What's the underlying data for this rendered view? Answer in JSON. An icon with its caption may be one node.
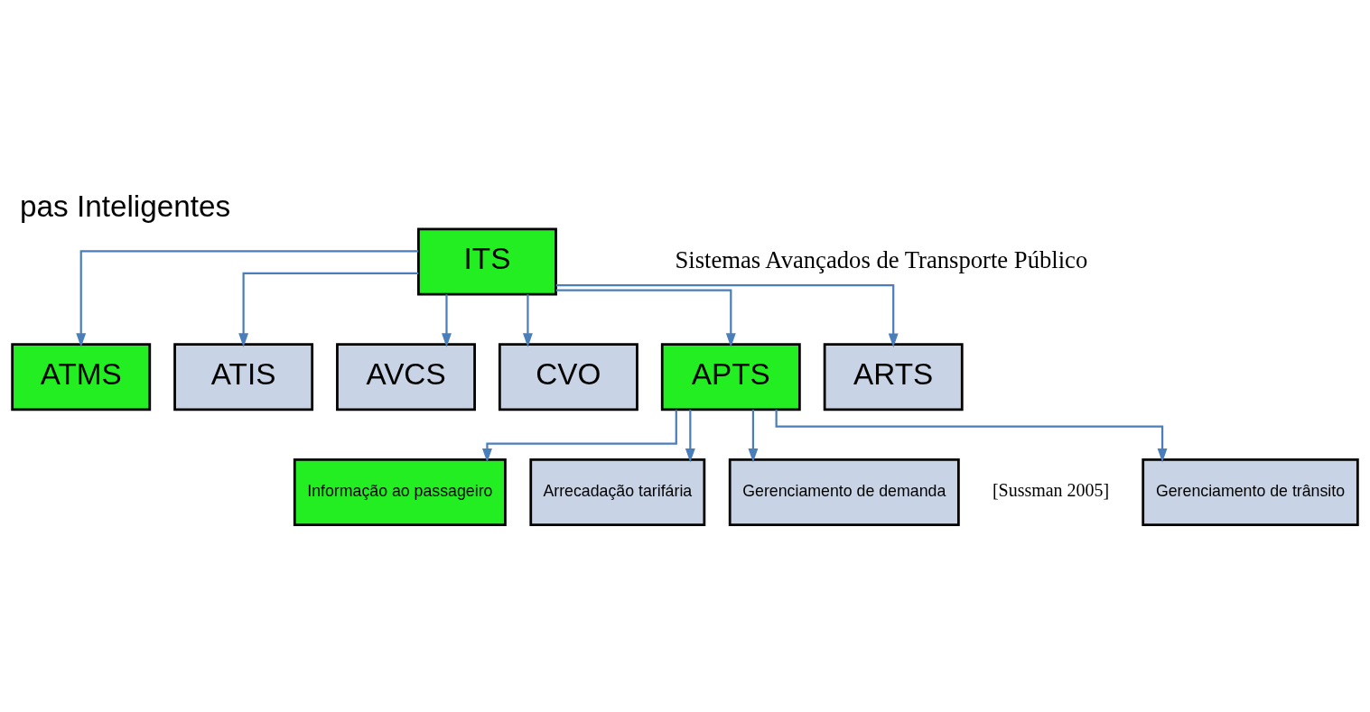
{
  "diagram": {
    "title": "pas Inteligentes",
    "nodes": [
      {
        "text": [
          "ITS"
        ]
      },
      {
        "text": [
          "ATMS"
        ]
      },
      {
        "text": [
          "ATIS"
        ]
      },
      {
        "text": [
          "AVCS"
        ]
      },
      {
        "text": [
          "CVO"
        ]
      },
      {
        "text": [
          "APTS"
        ]
      },
      {
        "text": [
          "ARTS"
        ]
      },
      {
        "text": [
          "Gerenciamento de trânsito"
        ]
      },
      {
        "text": [
          "Informação ao passageiro"
        ]
      },
      {
        "text": [
          "Arrecadação tarifária"
        ]
      },
      {
        "text": [
          "Gerenciamento de demanda"
        ]
      }
    ],
    "edges": [
      {
        "from": 0,
        "to": 1,
        "arrow": "to"
      },
      {
        "from": 0,
        "to": 2,
        "arrow": "to"
      },
      {
        "from": 0,
        "to": 3,
        "arrow": "to"
      },
      {
        "from": 0,
        "to": 4,
        "arrow": "to"
      },
      {
        "from": 0,
        "to": 5,
        "arrow": "to"
      },
      {
        "from": 0,
        "to": 6,
        "arrow": "to"
      },
      {
        "from": 5,
        "to": 7,
        "arrow": "to"
      },
      {
        "from": 5,
        "to": 8,
        "arrow": "to"
      },
      {
        "from": 5,
        "to": 9,
        "arrow": "to"
      },
      {
        "from": 5,
        "to": 10,
        "arrow": "to"
      }
    ],
    "labels": [
      "Sistemas Avançados de Transporte Público",
      "[Sussman 2005]"
    ]
  }
}
